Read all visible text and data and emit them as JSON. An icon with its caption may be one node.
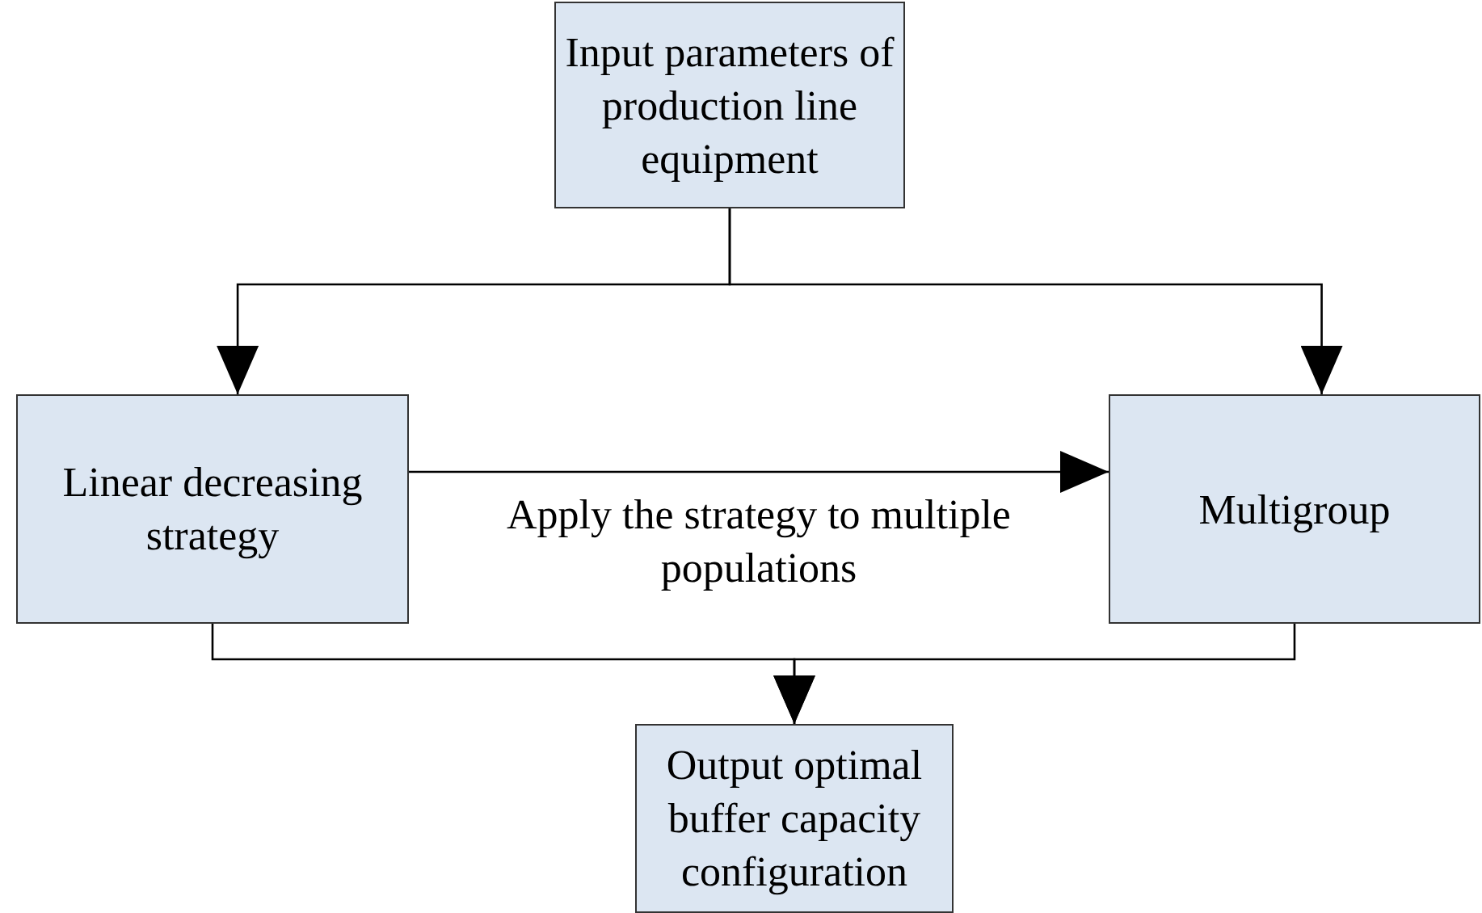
{
  "diagram": {
    "nodes": [
      {
        "text": [
          "Input parameters of production line equipment"
        ]
      },
      {
        "text": [
          "Linear decreasing strategy"
        ]
      },
      {
        "text": [
          "Multigroup"
        ]
      },
      {
        "text": [
          "Output optimal buffer capacity configuration"
        ]
      }
    ],
    "edges": [
      {
        "from": 0,
        "to": 1,
        "arrow": "to"
      },
      {
        "from": 0,
        "to": 2,
        "arrow": "to"
      },
      {
        "from": 1,
        "to": 2,
        "arrow": "to",
        "label": "Apply the strategy to multiple populations"
      },
      {
        "from": 1,
        "to": 3,
        "arrow": "to"
      },
      {
        "from": 2,
        "to": 3,
        "arrow": "to"
      }
    ]
  }
}
